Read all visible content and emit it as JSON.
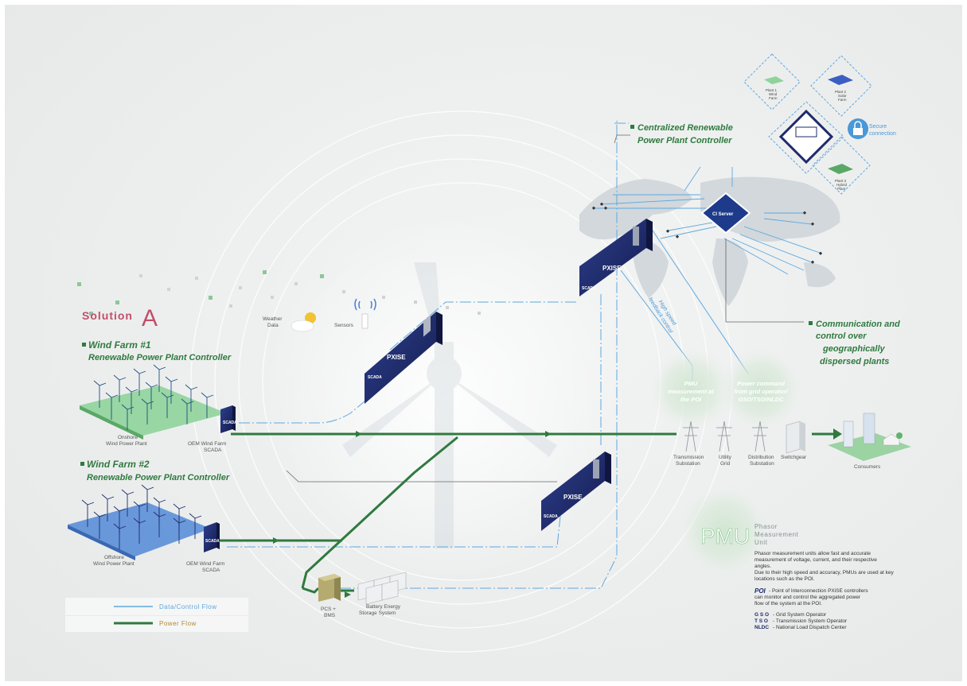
{
  "solution": {
    "word": "Solution",
    "letter": "A"
  },
  "wind_farm_1": {
    "title": "Wind Farm #1",
    "subtitle": "Renewable Power Plant Controller"
  },
  "wind_farm_2": {
    "title": "Wind Farm #2",
    "subtitle": "Renewable Power Plant Controller"
  },
  "centralized": {
    "line1": "Centralized Renewable",
    "line2": "Power Plant Controller"
  },
  "communication": {
    "line1": "Communication and",
    "line2": "control over",
    "line3": "geographically",
    "line4": "dispersed plants"
  },
  "labels": {
    "weather_data": [
      "Weather",
      "Data"
    ],
    "sensors": "Sensors",
    "onshore": [
      "Onshore",
      "Wind Power Plant"
    ],
    "offshore": [
      "Offshore",
      "Wind Power Plant"
    ],
    "oem1": [
      "OEM Wind Farm",
      "SCADA"
    ],
    "oem2": [
      "OEM Wind Farm",
      "SCADA"
    ],
    "pcs": [
      "PCS +",
      "BMS"
    ],
    "battery": [
      "Battery Energy",
      "Storage System"
    ],
    "transmission": [
      "Transmission",
      "Substation"
    ],
    "utility": [
      "Utility",
      "Grid"
    ],
    "distribution": [
      "Distribution",
      "Substation"
    ],
    "switchgear": "Switchgear",
    "consumers": "Consumers",
    "scada": "SCADA",
    "pxise": "PXISE",
    "ci_server": "CI Server",
    "secure": [
      "Secure",
      "connection"
    ],
    "plant1": [
      "Plant 1",
      "Wind",
      "Farm"
    ],
    "plant2": [
      "Plant 2",
      "Solar",
      "Farm"
    ],
    "plant3": [
      "Plant 3",
      "Hybrid",
      "Plant"
    ],
    "high_speed": [
      "High speed",
      "feedback control"
    ],
    "pmu_poi": [
      "PMU",
      "measurement at",
      "the POI"
    ],
    "power_command": [
      "Power command",
      "from grid operator/",
      "GSO/TSO/NLDC"
    ]
  },
  "pmu": {
    "big": "PMU",
    "word1": "Phasor",
    "word2": "Measurement",
    "word3": "Unit",
    "desc": [
      "Phasor measurement units allow fast and accurate",
      "measurement of voltage, current, and their respective",
      "angles.",
      "Due to their high speed and accuracy, PMUs are used at key",
      "locations such as the POI."
    ],
    "poi_title": "POI",
    "poi_desc": [
      "- Point of Interconnection PXiSE controllers",
      "can monitor and control the aggregated power",
      "flow of the system at the POI."
    ],
    "defs": [
      {
        "abbr": "G S O",
        "text": "- Grid System Operator"
      },
      {
        "abbr": "T S O",
        "text": "- Transmission System Operator"
      },
      {
        "abbr": "NLDC",
        "text": "- National Load Dispatch Center"
      }
    ]
  },
  "legend": {
    "data": "Data/Control Flow",
    "power": "Power Flow"
  },
  "colors": {
    "green": "#2f7a3e",
    "blue": "#5fa8dc",
    "navy": "#1e2a6a",
    "pink": "#c0506a"
  }
}
